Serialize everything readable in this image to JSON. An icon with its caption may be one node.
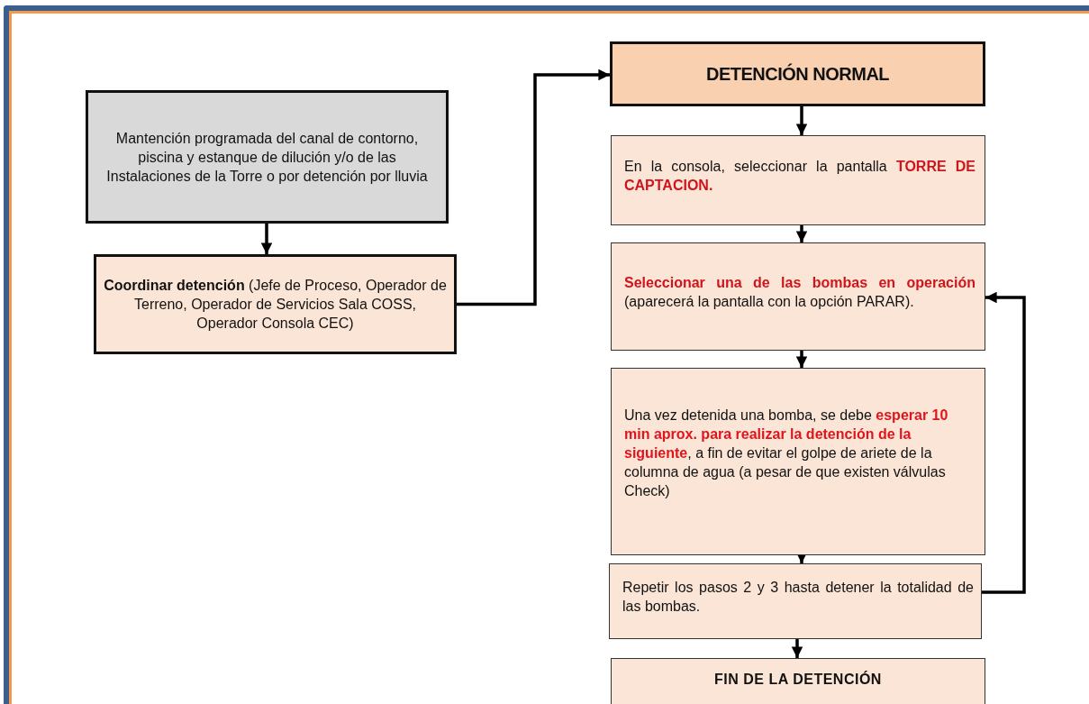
{
  "diagram": {
    "nodes": [
      {
        "text": [
          "Mantención programada del canal de contorno, piscina y estanque de dilución y/o de las Instalaciones de la Torre o por detención por lluvia"
        ]
      },
      {
        "text": [
          "**Coordinar detención** (Jefe de Proceso, Operador de Terreno, Operador de Servicios Sala COSS, Operador Consola CEC)"
        ]
      },
      {
        "text": [
          "DETENCIÓN NORMAL"
        ]
      },
      {
        "text": [
          "En la consola, seleccionar la pantalla **TORRE DE CAPTACION.**"
        ]
      },
      {
        "text": [
          "**Seleccionar una de las bombas en operación** (aparecerá la pantalla con la opción PARAR)."
        ]
      },
      {
        "text": [
          "Una vez detenida una bomba, se debe **esperar 10 min aprox. para realizar la detención de la siguiente**, a fin de evitar el golpe de ariete de la columna de agua (a pesar de que existen válvulas Check)"
        ]
      },
      {
        "text": [
          "Repetir los pasos 2 y 3 hasta detener la totalidad de las bombas."
        ]
      },
      {
        "text": [
          "FIN DE LA DETENCIÓN"
        ]
      }
    ],
    "edges": [
      {
        "from": 0,
        "to": 1,
        "arrow": "to"
      },
      {
        "from": 1,
        "to": 2,
        "arrow": "to"
      },
      {
        "from": 2,
        "to": 3,
        "arrow": "to"
      },
      {
        "from": 3,
        "to": 4,
        "arrow": "to"
      },
      {
        "from": 4,
        "to": 5,
        "arrow": "to"
      },
      {
        "from": 5,
        "to": 6,
        "arrow": "to"
      },
      {
        "from": 6,
        "to": 4,
        "arrow": "to"
      },
      {
        "from": 6,
        "to": 7,
        "arrow": "to"
      }
    ]
  }
}
